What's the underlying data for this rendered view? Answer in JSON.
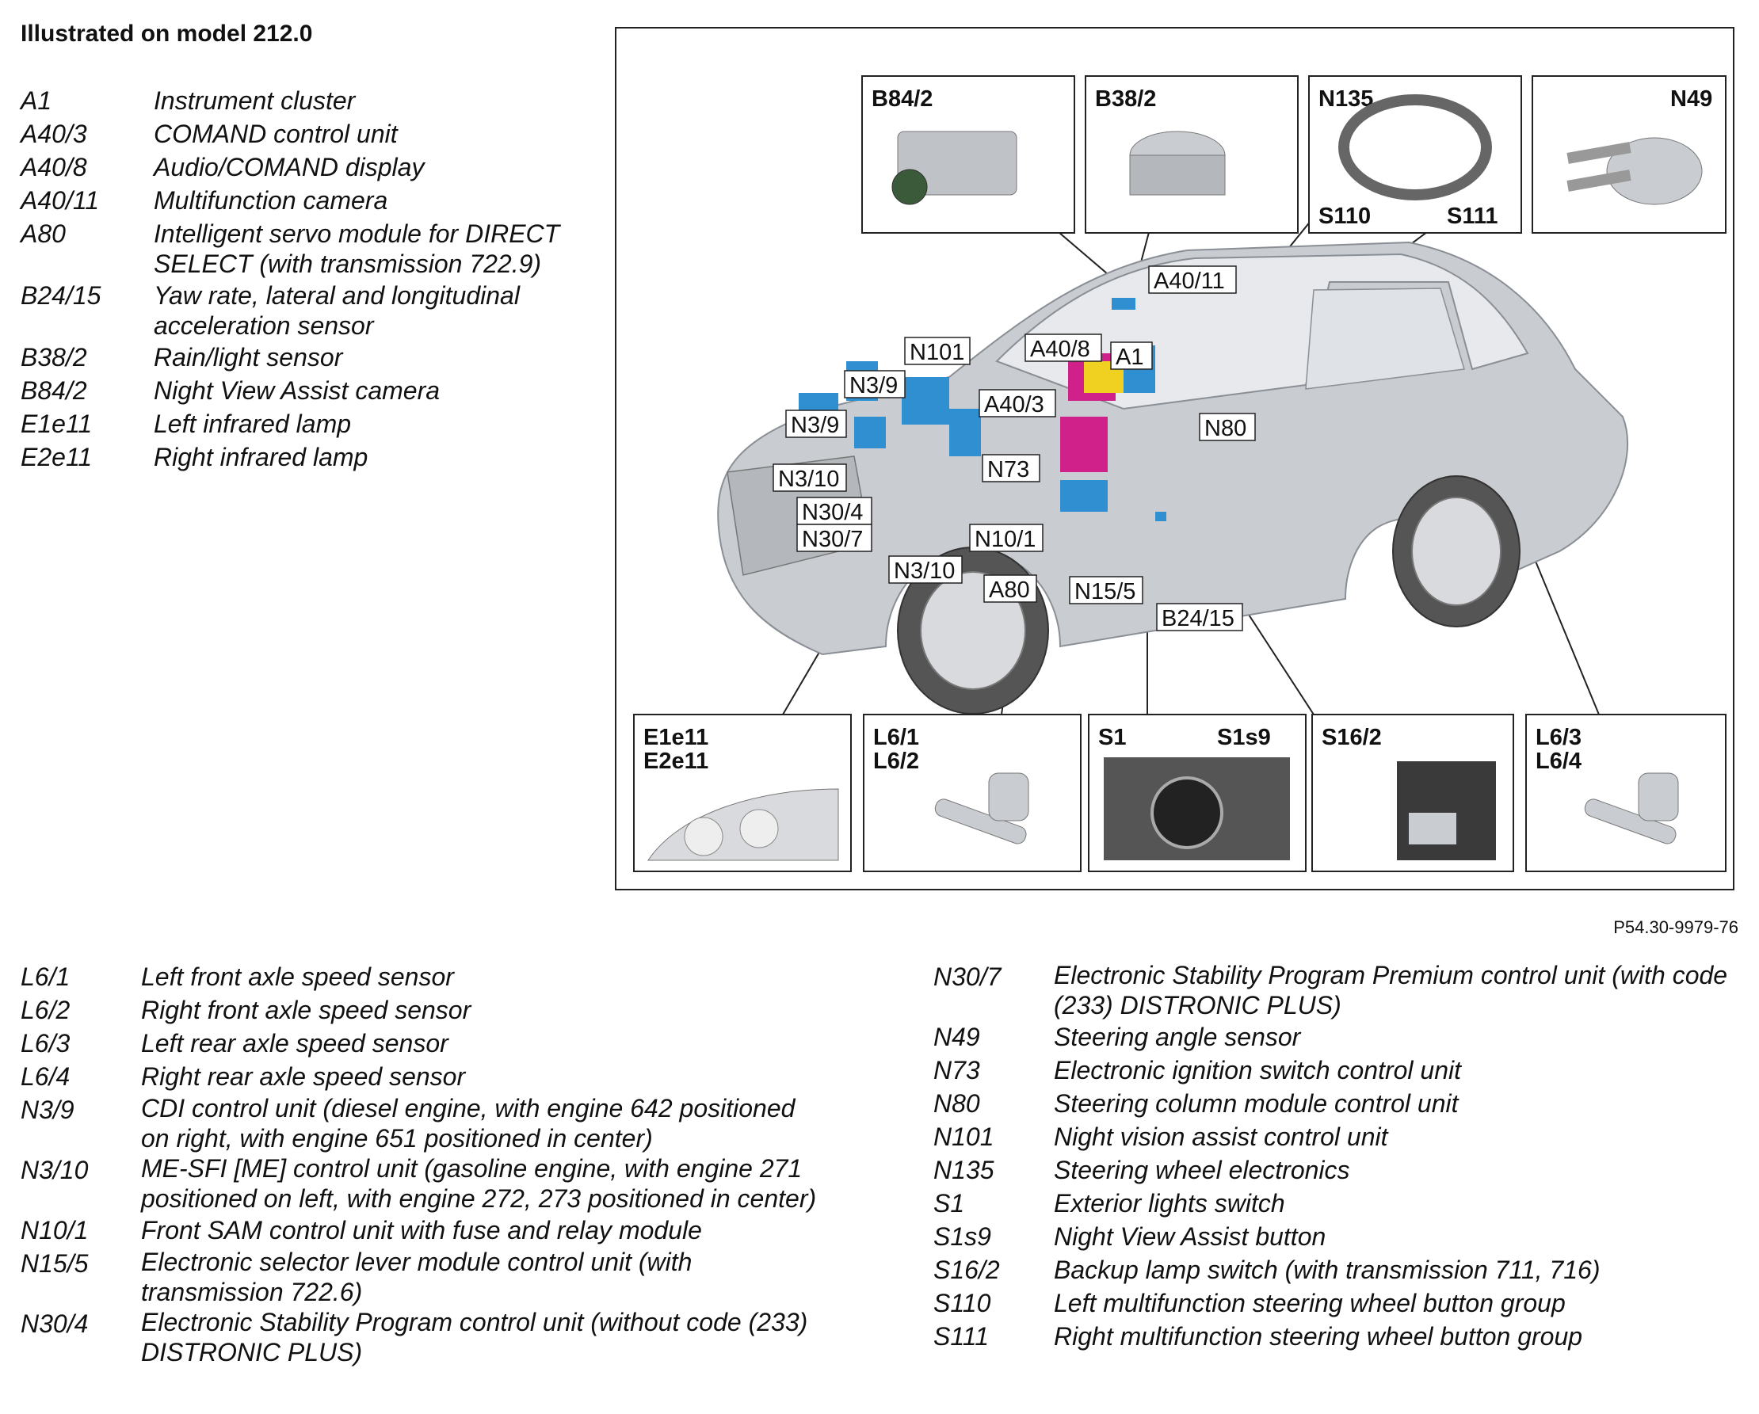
{
  "title": "Illustrated on model 212.0",
  "figure_id": "P54.30-9979-76",
  "legend_top": [
    {
      "code": "A1",
      "desc": "Instrument cluster"
    },
    {
      "code": "A40/3",
      "desc": "COMAND control unit"
    },
    {
      "code": "A40/8",
      "desc": "Audio/COMAND display"
    },
    {
      "code": "A40/11",
      "desc": "Multifunction camera"
    },
    {
      "code": "A80",
      "desc": "Intelligent servo module for DIRECT SELECT (with transmission 722.9)"
    },
    {
      "code": "B24/15",
      "desc": "Yaw rate, lateral and longitudinal acceleration sensor"
    },
    {
      "code": "B38/2",
      "desc": "Rain/light sensor"
    },
    {
      "code": "B84/2",
      "desc": "Night View Assist camera"
    },
    {
      "code": "E1e11",
      "desc": "Left infrared lamp"
    },
    {
      "code": "E2e11",
      "desc": "Right infrared lamp"
    }
  ],
  "legend_bottom_left": [
    {
      "code": "L6/1",
      "desc": "Left front axle speed sensor"
    },
    {
      "code": "L6/2",
      "desc": "Right front axle speed sensor"
    },
    {
      "code": "L6/3",
      "desc": "Left rear axle speed sensor"
    },
    {
      "code": "L6/4",
      "desc": "Right rear axle speed sensor"
    },
    {
      "code": "N3/9",
      "desc": "CDI control unit (diesel engine, with engine 642 positioned on right, with engine 651 positioned in center)"
    },
    {
      "code": "N3/10",
      "desc": "ME-SFI [ME] control unit (gasoline engine, with engine 271 positioned on left, with engine 272, 273 positioned in center)"
    },
    {
      "code": "N10/1",
      "desc": "Front SAM control unit with fuse and relay module"
    },
    {
      "code": "N15/5",
      "desc": "Electronic selector lever module control unit (with transmission 722.6)"
    },
    {
      "code": "N30/4",
      "desc": "Electronic Stability Program control unit (without code (233) DISTRONIC PLUS)"
    }
  ],
  "legend_bottom_right": [
    {
      "code": "N30/7",
      "desc": "Electronic Stability Program Premium control unit (with code (233) DISTRONIC PLUS)"
    },
    {
      "code": "N49",
      "desc": "Steering angle sensor"
    },
    {
      "code": "N73",
      "desc": "Electronic ignition switch control unit"
    },
    {
      "code": "N80",
      "desc": "Steering column module control unit"
    },
    {
      "code": "N101",
      "desc": "Night vision assist control unit"
    },
    {
      "code": "N135",
      "desc": "Steering wheel electronics"
    },
    {
      "code": "S1",
      "desc": "Exterior lights switch"
    },
    {
      "code": "S1s9",
      "desc": "Night View Assist button"
    },
    {
      "code": "S16/2",
      "desc": "Backup lamp switch (with transmission 711, 716)"
    },
    {
      "code": "S110",
      "desc": "Left multifunction steering wheel button group"
    },
    {
      "code": "S111",
      "desc": "Right multifunction steering wheel button group"
    }
  ],
  "insets_top": [
    {
      "labels": [
        "B84/2"
      ]
    },
    {
      "labels": [
        "B38/2"
      ]
    },
    {
      "labels": [
        "N135",
        "S110",
        "S111"
      ]
    },
    {
      "labels": [
        "N49"
      ]
    }
  ],
  "insets_bottom": [
    {
      "labels": [
        "E1e11",
        "E2e11"
      ]
    },
    {
      "labels": [
        "L6/1",
        "L6/2"
      ]
    },
    {
      "labels": [
        "S1",
        "S1s9"
      ]
    },
    {
      "labels": [
        "S16/2"
      ]
    },
    {
      "labels": [
        "L6/3",
        "L6/4"
      ]
    }
  ],
  "callouts": [
    "A40/11",
    "N101",
    "A40/8",
    "A1",
    "N3/9",
    "A40/3",
    "N3/9",
    "N80",
    "N73",
    "N3/10",
    "N30/4",
    "N30/7",
    "N10/1",
    "N3/10",
    "A80",
    "N15/5",
    "B24/15"
  ],
  "colors": {
    "module_blue": "#2f8fd0",
    "magenta": "#d0208a",
    "yellow": "#f0d020",
    "car_silver": "#c9ccd0"
  }
}
